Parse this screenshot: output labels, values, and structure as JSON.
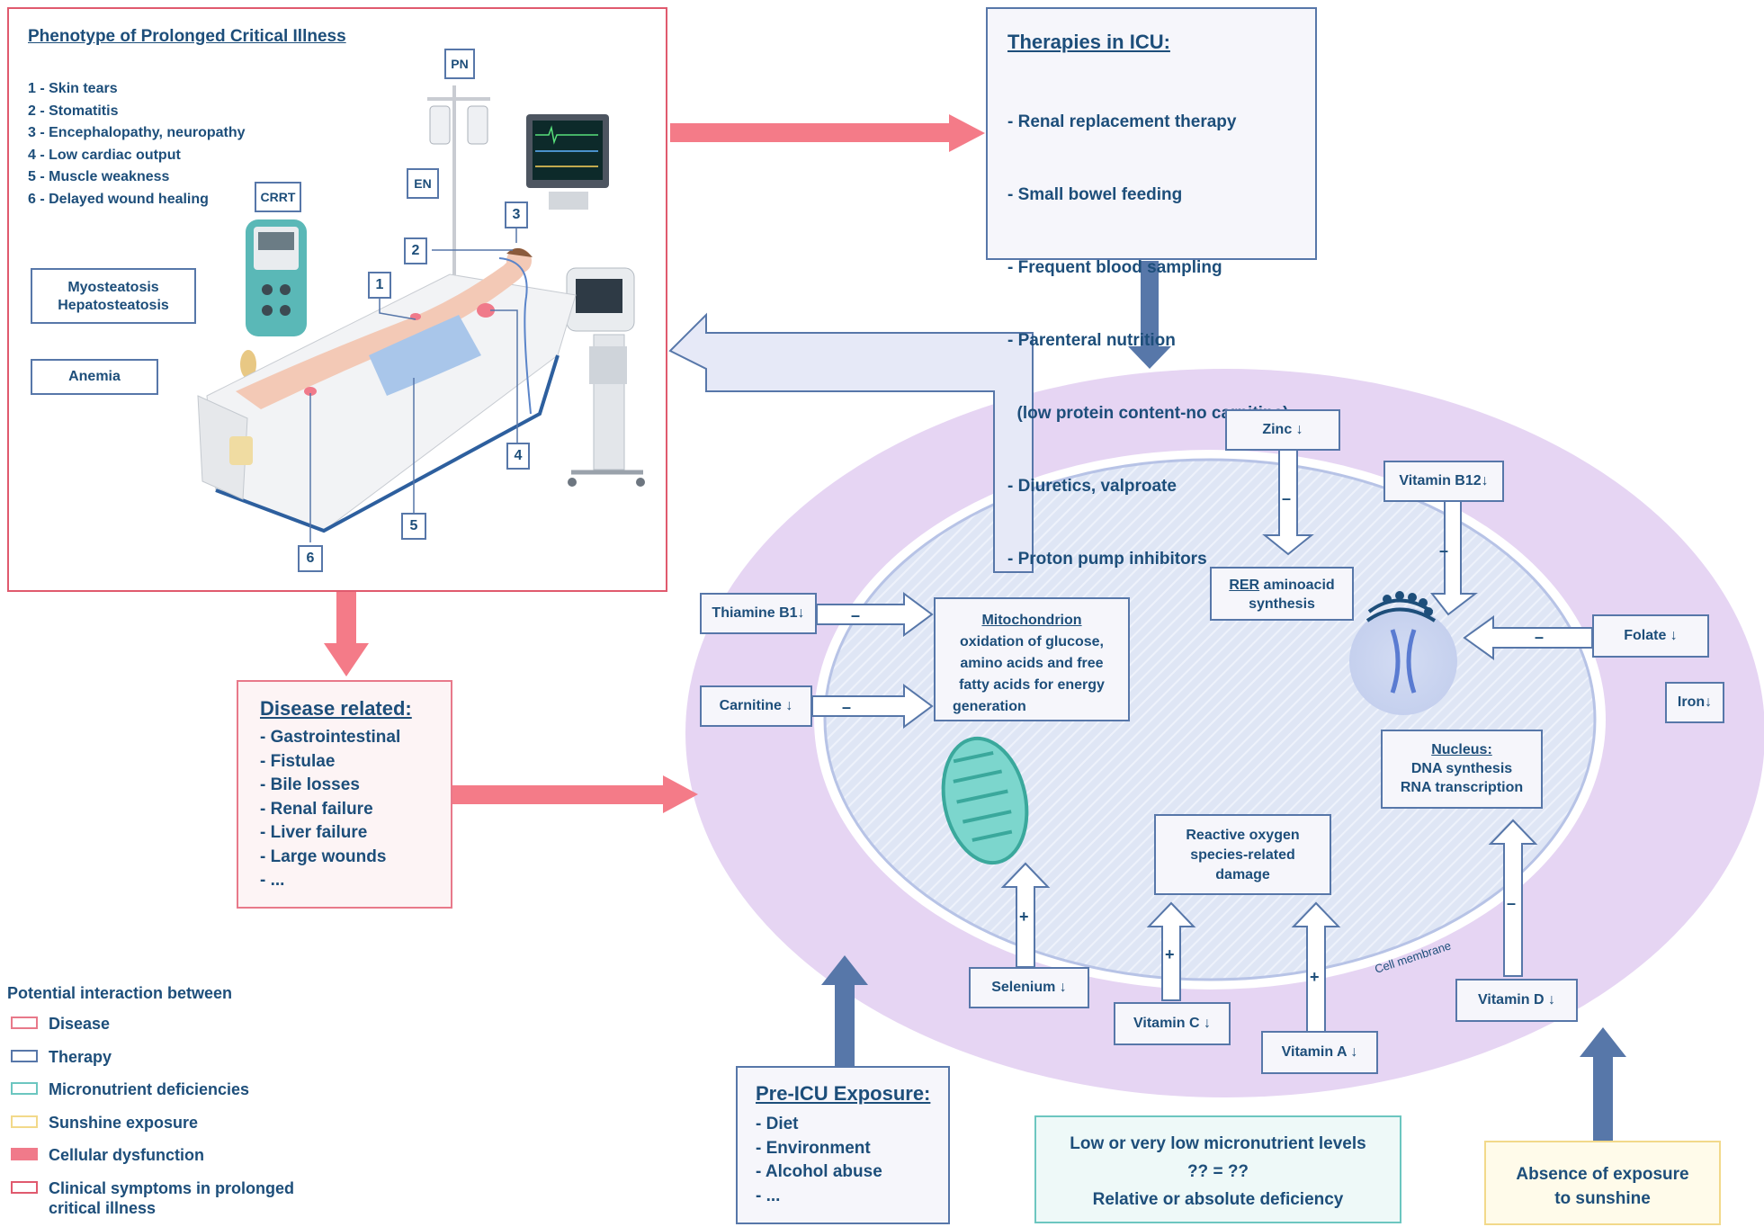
{
  "phenotype": {
    "title": "Phenotype of Prolonged Critical Illness",
    "items": [
      "1 - Skin tears",
      "2 - Stomatitis",
      "3 - Encephalopathy, neuropathy",
      "4 - Low cardiac output",
      "5 - Muscle weakness",
      "6 - Delayed wound healing"
    ],
    "box_myo": "Myosteatosis",
    "box_hepato": "Hepatosteatosis",
    "box_anemia": "Anemia",
    "label_pn": "PN",
    "label_en": "EN",
    "label_crrt": "CRRT",
    "markers": [
      "1",
      "2",
      "3",
      "4",
      "5",
      "6"
    ]
  },
  "therapies": {
    "title": "Therapies in ICU:",
    "items": [
      "- Renal replacement therapy",
      "- Small bowel feeding",
      "- Frequent blood sampling",
      "- Parenteral nutrition",
      "  (low protein content-no carnitine)",
      "- Diuretics, valproate",
      "- Proton pump inhibitors"
    ]
  },
  "disease": {
    "title": "Disease related:",
    "items": [
      "- Gastrointestinal",
      "- Fistulae",
      "- Bile losses",
      "- Renal failure",
      "- Liver failure",
      "- Large wounds",
      "- ..."
    ]
  },
  "pre_icu": {
    "title": "Pre-ICU Exposure:",
    "items": [
      "- Diet",
      "- Environment",
      "- Alcohol abuse",
      "- ..."
    ]
  },
  "micronutrient_box": {
    "line1": "Low or very low micronutrient levels",
    "line2": "?? = ??",
    "line3": "Relative or absolute deficiency"
  },
  "sunshine_box": {
    "line1": "Absence of exposure",
    "line2": "to sunshine"
  },
  "cell": {
    "membrane_label": "Cell membrane",
    "mitochondrion": {
      "title": "Mitochondrion",
      "lines": [
        "oxidation of glucose,",
        "amino acids and free",
        "fatty acids for energy",
        "generation"
      ]
    },
    "rer": {
      "title": "RER",
      "rest": " aminoacid",
      "line2": "synthesis"
    },
    "nucleus": {
      "title": "Nucleus:",
      "line1": "DNA synthesis",
      "line2": "RNA transcription"
    },
    "ros": {
      "line1": "Reactive oxygen",
      "line2": "species-related",
      "line3": "damage"
    }
  },
  "nutrients": {
    "zinc": "Zinc ↓",
    "b12": "Vitamin B12↓",
    "thiamine": "Thiamine B1↓",
    "carnitine": "Carnitine ↓",
    "folate": "Folate ↓",
    "iron": "Iron↓",
    "selenium": "Selenium ↓",
    "vitc": "Vitamin C ↓",
    "vita": "Vitamin A ↓",
    "vitd": "Vitamin D ↓"
  },
  "signs": {
    "minus": "–",
    "plus": "+"
  },
  "legend": {
    "title": "Potential interaction between",
    "items": [
      {
        "label": "Disease",
        "color": "#e8798a",
        "fill": "#ffffff"
      },
      {
        "label": "Therapy",
        "color": "#5777a9",
        "fill": "#ffffff"
      },
      {
        "label": "Micronutrient deficiencies",
        "color": "#6cc6c0",
        "fill": "#ffffff"
      },
      {
        "label": "Sunshine exposure",
        "color": "#f2d98a",
        "fill": "#ffffff"
      },
      {
        "label": "Cellular dysfunction",
        "color": "#f07a8a",
        "fill": "#f07a8a"
      },
      {
        "label": "Clinical symptoms in prolonged",
        "label2": "critical illness",
        "color": "#e05a6e",
        "fill": "#ffffff"
      }
    ]
  },
  "colors": {
    "pink_arrow": "#f47b88",
    "blue_arrow": "#5777a9",
    "cell_outer": "#e6d5f3",
    "cell_inner": "#dde4f4",
    "text": "#1d4e7a"
  }
}
